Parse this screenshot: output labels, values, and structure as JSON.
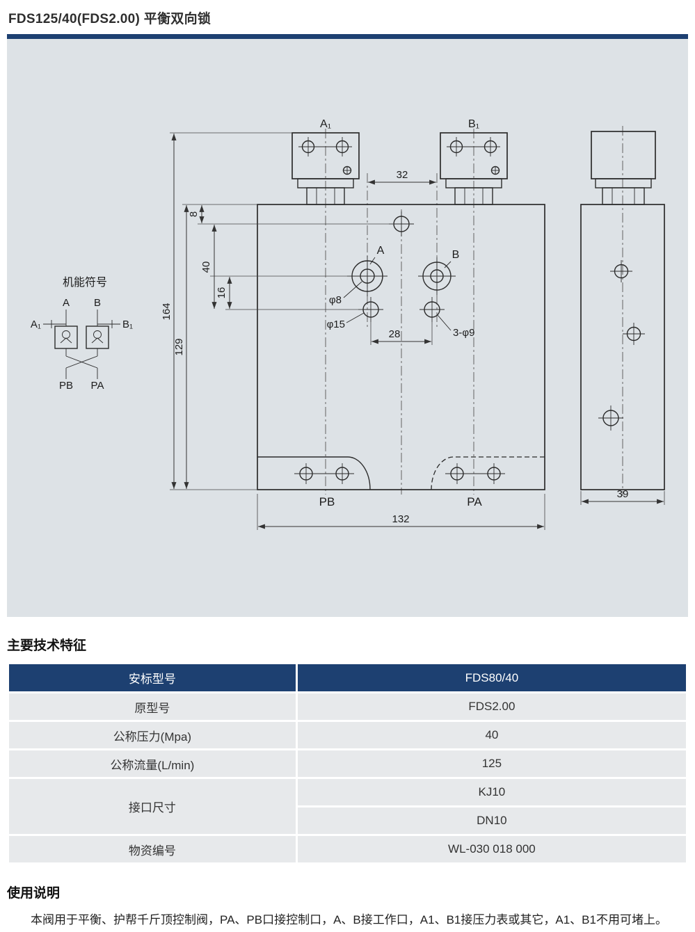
{
  "page": {
    "title": "FDS125/40(FDS2.00) 平衡双向锁"
  },
  "drawing": {
    "symbol": {
      "caption": "机能符号",
      "a": "A",
      "b": "B",
      "a1": "A₁",
      "b1": "B₁",
      "pb": "PB",
      "pa": "PA"
    },
    "labels": {
      "a1": "A₁",
      "b1": "B₁",
      "a": "A",
      "b": "B",
      "pb": "PB",
      "pa": "PA",
      "dia8": "φ8",
      "dia15": "φ15",
      "holes": "3-φ9"
    },
    "dims": {
      "d32": "32",
      "d8": "8",
      "d40": "40",
      "d16": "16",
      "d164": "164",
      "d129": "129",
      "d28": "28",
      "d132": "132",
      "d39": "39"
    }
  },
  "specs": {
    "heading": "主要技术特征",
    "header": {
      "label": "安标型号",
      "value": "FDS80/40"
    },
    "rows": [
      {
        "label": "原型号",
        "value": "FDS2.00"
      },
      {
        "label": "公称压力(Mpa)",
        "value": "40"
      },
      {
        "label": "公称流量(L/min)",
        "value": "125"
      },
      {
        "label": "接口尺寸",
        "value": "KJ10",
        "value2": "DN10"
      },
      {
        "label": "物资编号",
        "value": "WL-030 018 000"
      }
    ]
  },
  "usage": {
    "heading": "使用说明",
    "text": "本阀用于平衡、护帮千斤顶控制阀，PA、PB口接控制口，A、B接工作口，A1、B1接压力表或其它，A1、B1不用可堵上。"
  }
}
